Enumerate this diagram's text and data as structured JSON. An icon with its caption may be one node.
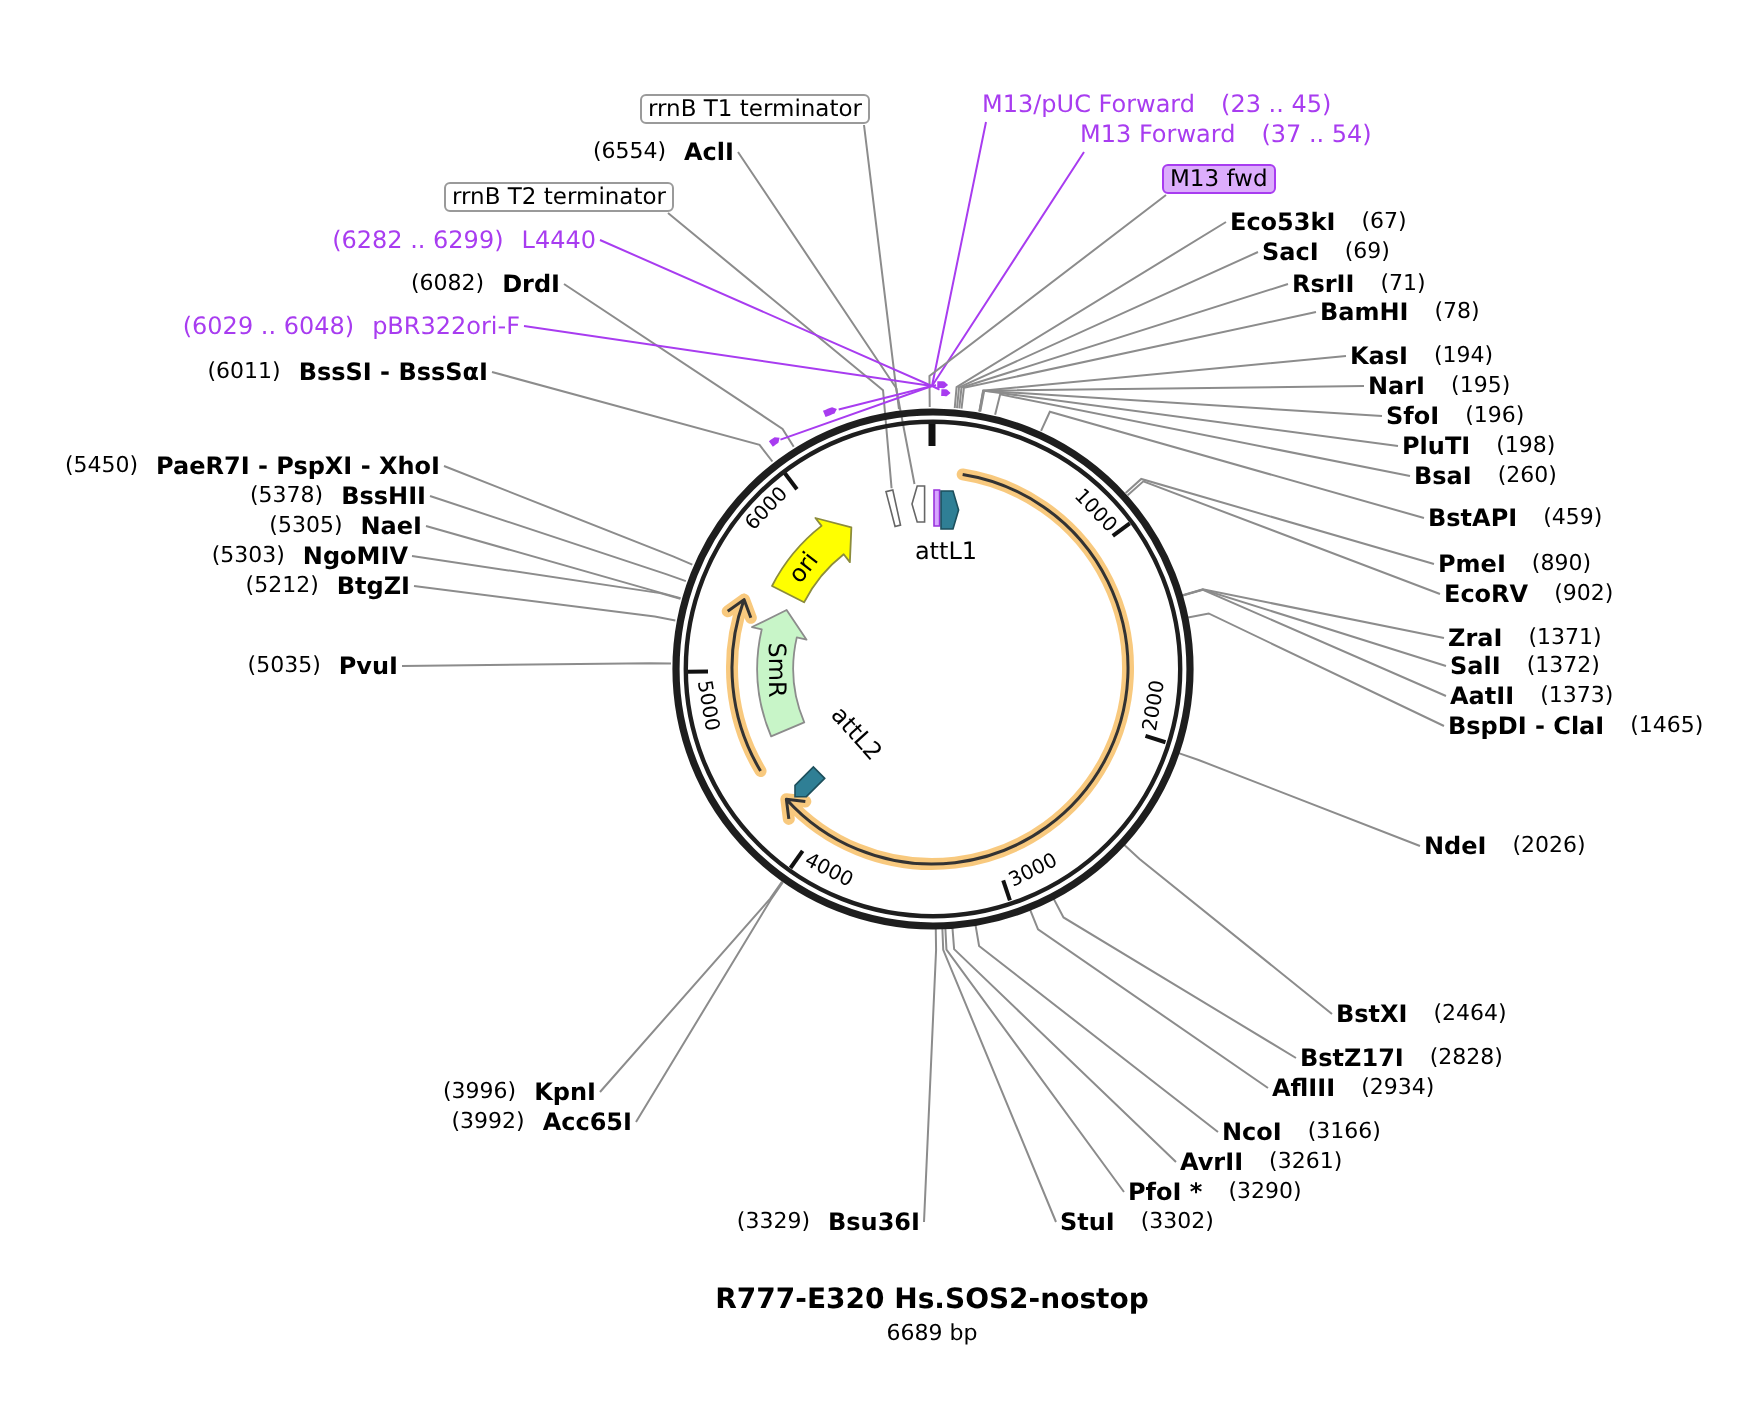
{
  "diagram": {
    "title": "R777-E320 Hs.SOS2-nostop",
    "caption": "6689 bp",
    "nodes": [
      {
        "text": [
          "M13/pUC Forward",
          "(23 .. 45)"
        ]
      },
      {
        "text": [
          "rrnB T1 terminator"
        ]
      },
      {
        "text": [
          "M13 Forward",
          "(37 .. 54)"
        ]
      },
      {
        "text": [
          "(6554)",
          "AclI"
        ]
      },
      {
        "text": [
          "M13 fwd"
        ]
      },
      {
        "text": [
          "rrnB T2 terminator"
        ]
      },
      {
        "text": [
          "Eco53kI",
          "(67)"
        ]
      },
      {
        "text": [
          "(6282 .. 6299)",
          "L4440"
        ]
      },
      {
        "text": [
          "SacI",
          "(69)"
        ]
      },
      {
        "text": [
          "(6082)",
          "DrdI"
        ]
      },
      {
        "text": [
          "RsrII",
          "(71)"
        ]
      },
      {
        "text": [
          "BamHI",
          "(78)"
        ]
      },
      {
        "text": [
          "(6029 .. 6048)",
          "pBR322ori-F"
        ]
      },
      {
        "text": [
          "KasI",
          "(194)"
        ]
      },
      {
        "text": [
          "(6011)",
          "BssSI - BssSαI"
        ]
      },
      {
        "text": [
          "NarI",
          "(195)"
        ]
      },
      {
        "text": [
          "SfoI",
          "(196)"
        ]
      },
      {
        "text": [
          "PluTI",
          "(198)"
        ]
      },
      {
        "text": [
          "(5450)",
          "PaeR7I - PspXI - XhoI"
        ]
      },
      {
        "text": [
          "BsaI",
          "(260)"
        ]
      },
      {
        "text": [
          "(5378)",
          "BssHII"
        ]
      },
      {
        "text": [
          "BstAPI",
          "(459)"
        ]
      },
      {
        "text": [
          "(5305)",
          "NaeI"
        ]
      },
      {
        "text": [
          "(5303)",
          "NgoMIV"
        ]
      },
      {
        "text": [
          "PmeI",
          "(890)"
        ]
      },
      {
        "text": [
          "(5212)",
          "BtgZI"
        ]
      },
      {
        "text": [
          "EcoRV",
          "(902)"
        ]
      },
      {
        "text": [
          "ZraI",
          "(1371)"
        ]
      },
      {
        "text": [
          "(5035)",
          "PvuI"
        ]
      },
      {
        "text": [
          "SalI",
          "(1372)"
        ]
      },
      {
        "text": [
          "AatII",
          "(1373)"
        ]
      },
      {
        "text": [
          "BspDI - ClaI",
          "(1465)"
        ]
      },
      {
        "text": [
          "NdeI",
          "(2026)"
        ]
      },
      {
        "text": [
          "BstXI",
          "(2464)"
        ]
      },
      {
        "text": [
          "BstZ17I",
          "(2828)"
        ]
      },
      {
        "text": [
          "(3996)",
          "KpnI"
        ]
      },
      {
        "text": [
          "AflIII",
          "(2934)"
        ]
      },
      {
        "text": [
          "(3992)",
          "Acc65I"
        ]
      },
      {
        "text": [
          "NcoI",
          "(3166)"
        ]
      },
      {
        "text": [
          "AvrII",
          "(3261)"
        ]
      },
      {
        "text": [
          "PfoI *",
          "(3290)"
        ]
      },
      {
        "text": [
          "(3329)",
          "Bsu36I"
        ]
      },
      {
        "text": [
          "StuI",
          "(3302)"
        ]
      },
      {
        "text": [],
        "shape": "circle"
      },
      {
        "text": [],
        "shape": "arrow"
      },
      {
        "text": [],
        "shape": "arrow"
      },
      {
        "text": [],
        "shape": "arrow"
      },
      {
        "text": [],
        "shape": "arrow"
      },
      {
        "text": [],
        "shape": "bar",
        "in": 43
      },
      {
        "text": [],
        "shape": "pentagon",
        "in": 43
      },
      {
        "text": [],
        "shape": "bar",
        "in": 43
      },
      {
        "text": [
          "attL1"
        ],
        "in": 43
      },
      {
        "text": [
          "ori"
        ],
        "in": 43
      },
      {
        "text": [
          "SmR"
        ],
        "in": 43
      },
      {
        "text": [
          "attL2"
        ],
        "in": 43
      }
    ],
    "edges": [
      {
        "from": 0,
        "to": 44,
        "arrow": "none",
        "color": "#a83cf0"
      },
      {
        "from": 1,
        "to": 49,
        "arrow": "none"
      },
      {
        "from": 2,
        "to": 45,
        "arrow": "none",
        "color": "#a83cf0"
      },
      {
        "from": 3,
        "to": 43,
        "arrow": "none"
      },
      {
        "from": 4,
        "to": 43,
        "arrow": "none"
      },
      {
        "from": 5,
        "to": 48,
        "arrow": "none"
      },
      {
        "from": 6,
        "to": 43,
        "arrow": "none"
      },
      {
        "from": 7,
        "to": 46,
        "arrow": "none",
        "color": "#a83cf0"
      },
      {
        "from": 8,
        "to": 43,
        "arrow": "none"
      },
      {
        "from": 9,
        "to": 43,
        "arrow": "none"
      },
      {
        "from": 10,
        "to": 43,
        "arrow": "none"
      },
      {
        "from": 11,
        "to": 43,
        "arrow": "none"
      },
      {
        "from": 12,
        "to": 47,
        "arrow": "none",
        "color": "#a83cf0"
      },
      {
        "from": 13,
        "to": 43,
        "arrow": "none"
      },
      {
        "from": 14,
        "to": 43,
        "arrow": "none"
      },
      {
        "from": 15,
        "to": 43,
        "arrow": "none"
      },
      {
        "from": 16,
        "to": 43,
        "arrow": "none"
      },
      {
        "from": 17,
        "to": 43,
        "arrow": "none"
      },
      {
        "from": 18,
        "to": 43,
        "arrow": "none"
      },
      {
        "from": 19,
        "to": 43,
        "arrow": "none"
      },
      {
        "from": 20,
        "to": 43,
        "arrow": "none"
      },
      {
        "from": 21,
        "to": 43,
        "arrow": "none"
      },
      {
        "from": 22,
        "to": 43,
        "arrow": "none"
      },
      {
        "from": 23,
        "to": 43,
        "arrow": "none"
      },
      {
        "from": 24,
        "to": 43,
        "arrow": "none"
      },
      {
        "from": 25,
        "to": 43,
        "arrow": "none"
      },
      {
        "from": 26,
        "to": 43,
        "arrow": "none"
      },
      {
        "from": 27,
        "to": 43,
        "arrow": "none"
      },
      {
        "from": 28,
        "to": 43,
        "arrow": "none"
      },
      {
        "from": 29,
        "to": 43,
        "arrow": "none"
      },
      {
        "from": 30,
        "to": 43,
        "arrow": "none"
      },
      {
        "from": 31,
        "to": 43,
        "arrow": "none"
      },
      {
        "from": 32,
        "to": 43,
        "arrow": "none"
      },
      {
        "from": 33,
        "to": 43,
        "arrow": "none"
      },
      {
        "from": 34,
        "to": 43,
        "arrow": "none"
      },
      {
        "from": 35,
        "to": 43,
        "arrow": "none"
      },
      {
        "from": 36,
        "to": 43,
        "arrow": "none"
      },
      {
        "from": 37,
        "to": 43,
        "arrow": "none"
      },
      {
        "from": 38,
        "to": 43,
        "arrow": "none"
      },
      {
        "from": 39,
        "to": 43,
        "arrow": "none"
      },
      {
        "from": 40,
        "to": 43,
        "arrow": "none"
      },
      {
        "from": 41,
        "to": 43,
        "arrow": "none"
      },
      {
        "from": 42,
        "to": 43,
        "arrow": "none"
      }
    ],
    "labels": [
      "1000",
      "2000",
      "3000",
      "4000",
      "5000",
      "6000"
    ]
  }
}
